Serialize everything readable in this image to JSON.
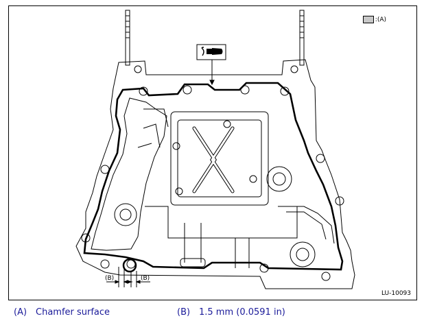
{
  "legend": {
    "swatch_label": ":(A)",
    "swatch_color": "#c8c8c8"
  },
  "figure_id": "LU-10093",
  "dimension_labels": [
    "(B)",
    "(B)"
  ],
  "icons": [
    "liquid-gasket-icon"
  ],
  "captions": [
    {
      "key": "(A)",
      "text": "Chamfer surface"
    },
    {
      "key": "(B)",
      "text": "1.5 mm (0.0591 in)"
    }
  ],
  "colors": {
    "caption": "#1a1a99",
    "line": "#000000"
  }
}
